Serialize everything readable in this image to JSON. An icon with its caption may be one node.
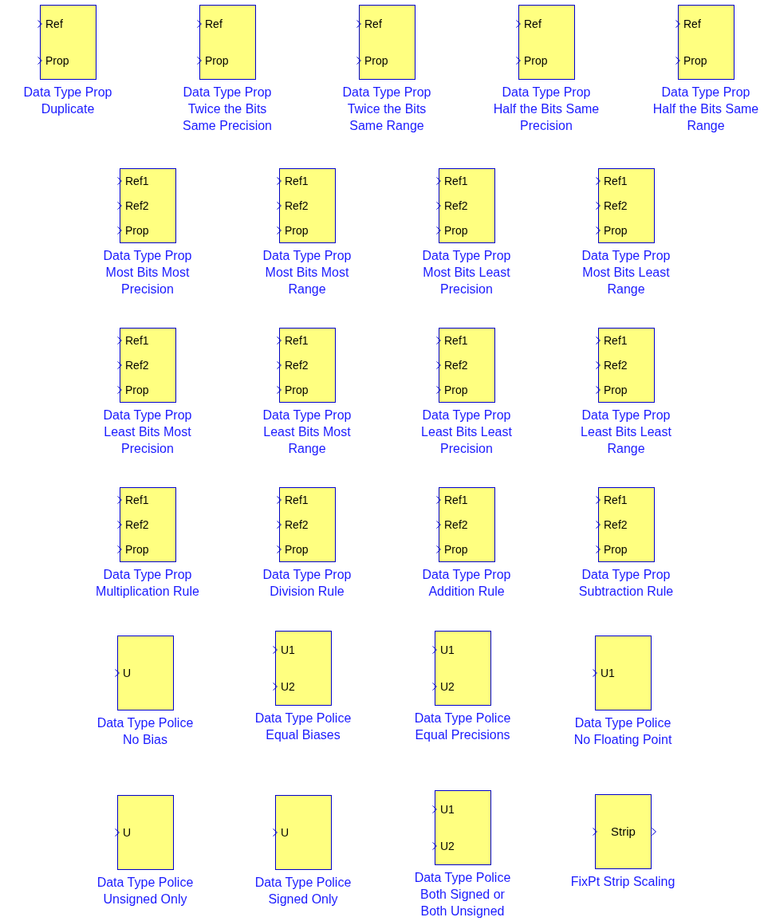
{
  "diagram": {
    "nodes": [
      {
        "text": [
          "Ref",
          "Prop"
        ],
        "beside": [
          "Data Type Prop Duplicate"
        ]
      },
      {
        "text": [
          "Ref",
          "Prop"
        ],
        "beside": [
          "Data Type Prop Twice the Bits Same Precision"
        ]
      },
      {
        "text": [
          "Ref",
          "Prop"
        ],
        "beside": [
          "Data Type Prop Twice the Bits Same Range"
        ]
      },
      {
        "text": [
          "Ref",
          "Prop"
        ],
        "beside": [
          "Data Type Prop Half the Bits Same Precision"
        ]
      },
      {
        "text": [
          "Ref",
          "Prop"
        ],
        "beside": [
          "Data Type Prop Half the Bits Same Range"
        ]
      },
      {
        "text": [
          "Ref1",
          "Ref2",
          "Prop"
        ],
        "beside": [
          "Data Type Prop Most Bits Most Precision"
        ]
      },
      {
        "text": [
          "Ref1",
          "Ref2",
          "Prop"
        ],
        "beside": [
          "Data Type Prop Most Bits Most Range"
        ]
      },
      {
        "text": [
          "Ref1",
          "Ref2",
          "Prop"
        ],
        "beside": [
          "Data Type Prop Most Bits Least Precision"
        ]
      },
      {
        "text": [
          "Ref1",
          "Ref2",
          "Prop"
        ],
        "beside": [
          "Data Type Prop Most Bits Least Range"
        ]
      },
      {
        "text": [
          "Ref1",
          "Ref2",
          "Prop"
        ],
        "beside": [
          "Data Type Prop Least Bits Most Precision"
        ]
      },
      {
        "text": [
          "Ref1",
          "Ref2",
          "Prop"
        ],
        "beside": [
          "Data Type Prop Least Bits Most Range"
        ]
      },
      {
        "text": [
          "Ref1",
          "Ref2",
          "Prop"
        ],
        "beside": [
          "Data Type Prop Least Bits Least Precision"
        ]
      },
      {
        "text": [
          "Ref1",
          "Ref2",
          "Prop"
        ],
        "beside": [
          "Data Type Prop Least Bits Least Range"
        ]
      },
      {
        "text": [
          "Ref1",
          "Ref2",
          "Prop"
        ],
        "beside": [
          "Data Type Prop Multiplication Rule"
        ]
      },
      {
        "text": [
          "Ref1",
          "Ref2",
          "Prop"
        ],
        "beside": [
          "Data Type Prop Division Rule"
        ]
      },
      {
        "text": [
          "Ref1",
          "Ref2",
          "Prop"
        ],
        "beside": [
          "Data Type Prop Addition Rule"
        ]
      },
      {
        "text": [
          "Ref1",
          "Ref2",
          "Prop"
        ],
        "beside": [
          "Data Type Prop Subtraction Rule"
        ]
      },
      {
        "text": [
          "U"
        ],
        "beside": [
          "Data Type Police No Bias"
        ]
      },
      {
        "text": [
          "U1",
          "U2"
        ],
        "beside": [
          "Data Type Police Equal Biases"
        ]
      },
      {
        "text": [
          "U1",
          "U2"
        ],
        "beside": [
          "Data Type Police Equal Precisions"
        ]
      },
      {
        "text": [
          "U1"
        ],
        "beside": [
          "Data Type Police No Floating Point"
        ]
      },
      {
        "text": [
          "U"
        ],
        "beside": [
          "Data Type Police Unsigned Only"
        ]
      },
      {
        "text": [
          "U"
        ],
        "beside": [
          "Data Type Police Signed Only"
        ]
      },
      {
        "text": [
          "U1",
          "U2"
        ],
        "beside": [
          "Data Type Police Both Signed or Both Unsigned"
        ]
      },
      {
        "text": [
          "Strip"
        ],
        "beside": [
          "FixPt Strip Scaling"
        ]
      }
    ]
  }
}
